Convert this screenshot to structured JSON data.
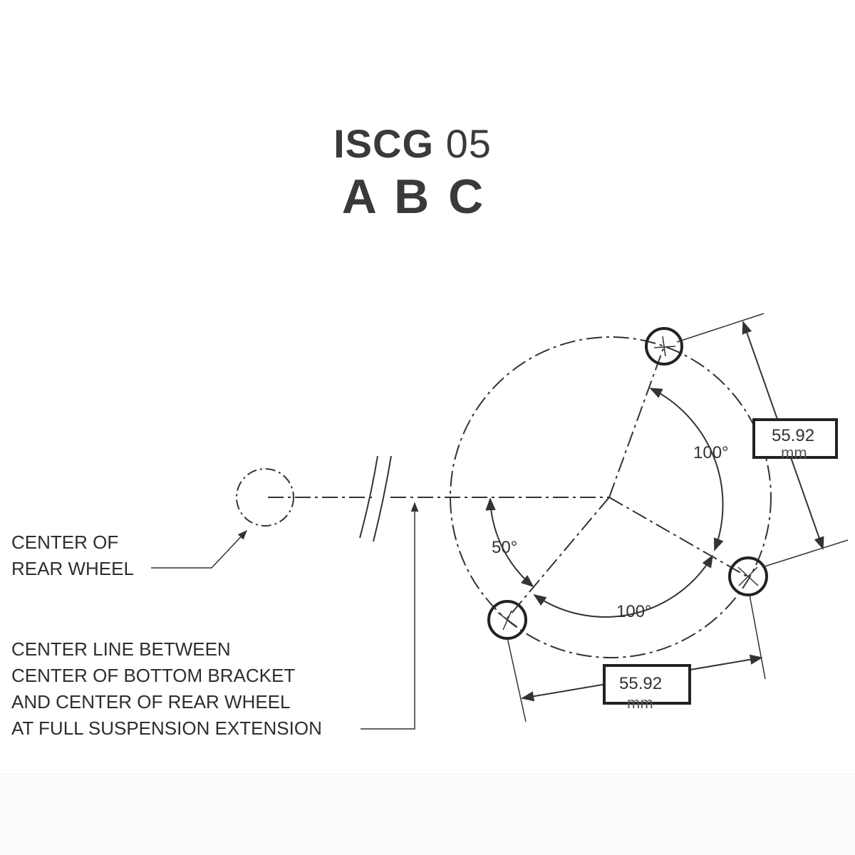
{
  "title": {
    "line1_bold": "ISCG",
    "line1_rest": "05",
    "line2": "A B C"
  },
  "labels": {
    "rear_wheel": [
      "CENTER OF",
      "REAR WHEEL"
    ],
    "center_line": [
      "CENTER LINE BETWEEN",
      "CENTER OF BOTTOM BRACKET",
      "AND CENTER OF REAR WHEEL",
      "AT FULL SUSPENSION EXTENSION"
    ]
  },
  "angles": {
    "upper": "100°",
    "lower": "100°",
    "offset": "50°"
  },
  "dimensions": {
    "right": {
      "value": "55.92",
      "unit": "mm"
    },
    "bottom": {
      "value": "55.92",
      "unit": "mm"
    }
  }
}
